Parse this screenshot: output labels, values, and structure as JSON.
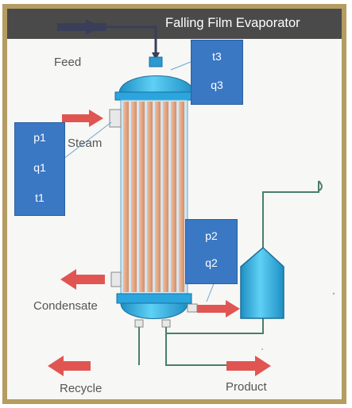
{
  "title": "Falling Film Evaporator",
  "labels": {
    "feed": "Feed",
    "steam": "Steam",
    "condensate": "Condensate",
    "recycle": "Recycle",
    "product": "Product"
  },
  "boxes": {
    "top": {
      "lines": [
        "t3",
        "q3"
      ]
    },
    "left": {
      "lines": [
        "p1",
        "q1",
        "t1"
      ]
    },
    "right": {
      "lines": [
        "p2",
        "q2"
      ]
    }
  },
  "colors": {
    "title_bar": "#4a4a4a",
    "tan_border": "#b49c62",
    "vessel": "#39b6e6",
    "tubes": "#e3a37e",
    "arrow_red": "#e05552",
    "data_box": "#3a78c4",
    "pipe": "#4a7d70"
  }
}
